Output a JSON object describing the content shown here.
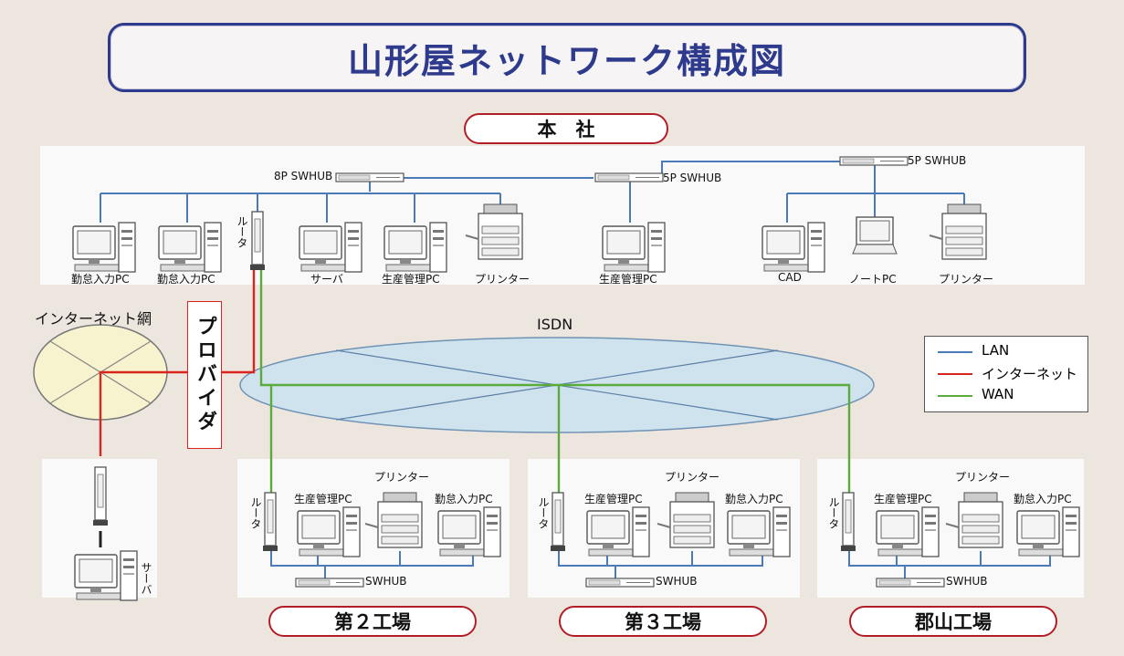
{
  "title": "山形屋ネットワーク構成図",
  "head_office": {
    "label": "本　社",
    "hubs": [
      "8P SWHUB",
      "5P SWHUB",
      "5P SWHUB"
    ],
    "devices": [
      "勤怠入力PC",
      "勤怠入力PC",
      "ルータ",
      "サーバ",
      "生産管理PC",
      "プリンター",
      "生産管理PC",
      "CAD",
      "ノートPC",
      "プリンター"
    ]
  },
  "internet": {
    "label": "インターネット網",
    "provider": "プロバイダ"
  },
  "isdn": "ISDN",
  "legend": {
    "items": [
      {
        "label": "LAN",
        "color": "#4a7ab8"
      },
      {
        "label": "インターネット",
        "color": "#d8261f"
      },
      {
        "label": "WAN",
        "color": "#5aaa3c"
      }
    ]
  },
  "server_site": {
    "device": "サーバ"
  },
  "factories": [
    {
      "label": "第２工場",
      "router": "ルータ",
      "pc1": "生産管理PC",
      "printer": "プリンター",
      "pc2": "勤怠入力PC",
      "hub": "SWHUB"
    },
    {
      "label": "第３工場",
      "router": "ルータ",
      "pc1": "生産管理PC",
      "printer": "プリンター",
      "pc2": "勤怠入力PC",
      "hub": "SWHUB"
    },
    {
      "label": "郡山工場",
      "router": "ルータ",
      "pc1": "生産管理PC",
      "printer": "プリンター",
      "pc2": "勤怠入力PC",
      "hub": "SWHUB"
    }
  ]
}
